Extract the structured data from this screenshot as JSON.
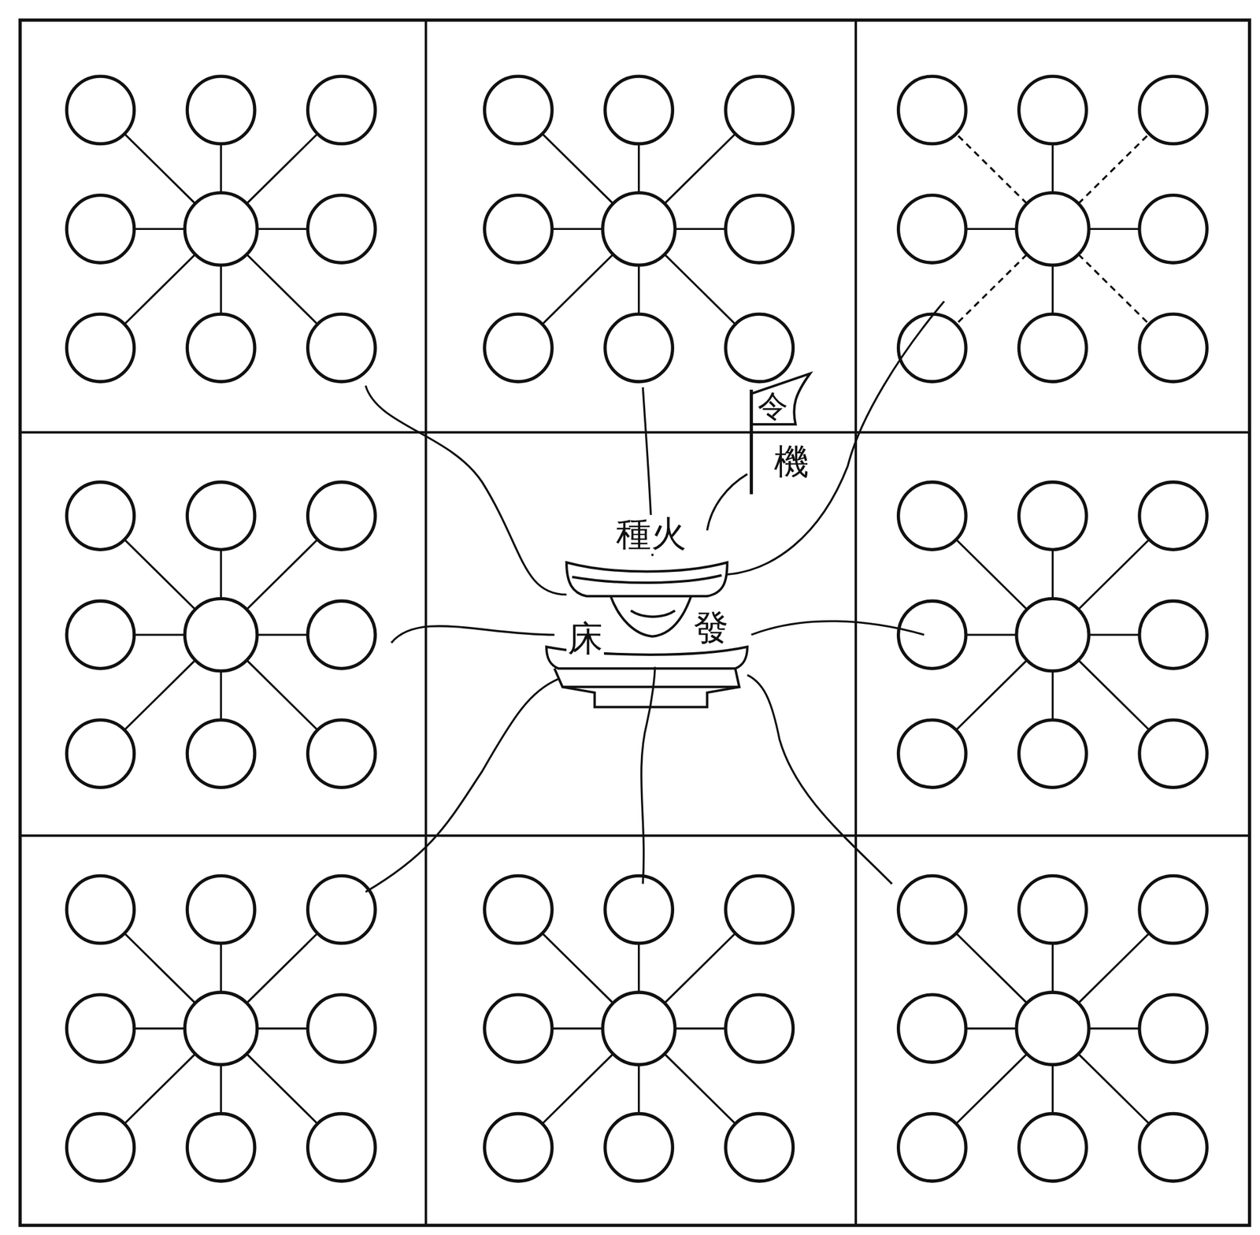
{
  "diagram": {
    "labels": [
      "令",
      "機",
      "種火",
      "床",
      "發"
    ]
  }
}
